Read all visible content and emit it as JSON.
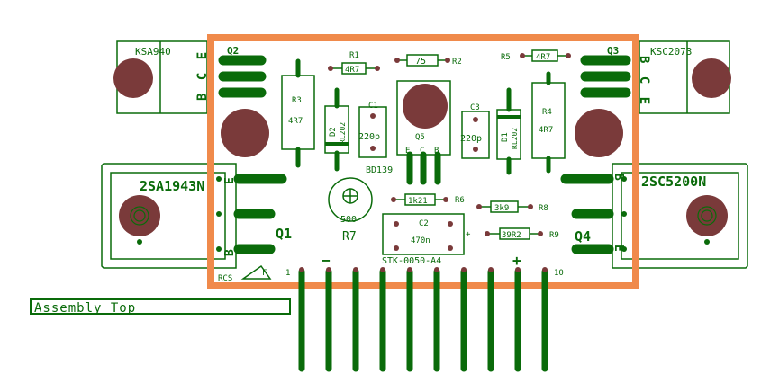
{
  "caption": "Assembly Top",
  "module_name": "STK-0050-A4",
  "colors": {
    "outline": "#f08a4b",
    "copper": "#0a6b0a",
    "hole": "#7a3a3a"
  },
  "transistors": {
    "q1": {
      "label": "Q1",
      "part": "2SA1943N",
      "pins": [
        "E",
        "B"
      ]
    },
    "q2": {
      "label": "Q2",
      "part": "KSA940",
      "pins": "B C E"
    },
    "q3": {
      "label": "Q3",
      "part": "KSC2073",
      "pins": "B C E"
    },
    "q4": {
      "label": "Q4",
      "part": "2SC5200N",
      "pins": [
        "B",
        "E"
      ]
    },
    "q5": {
      "label": "Q5",
      "part": "BD139",
      "pins": [
        "E",
        "C",
        "B"
      ]
    }
  },
  "resistors": {
    "r1": {
      "ref": "R1",
      "value": "4R7"
    },
    "r2": {
      "ref": "R2",
      "value": "75"
    },
    "r3": {
      "ref": "R3",
      "value": "4R7"
    },
    "r4": {
      "ref": "R4",
      "value": "4R7"
    },
    "r5": {
      "ref": "R5",
      "value": "4R7"
    },
    "r6": {
      "ref": "R6",
      "value": "1k21"
    },
    "r7": {
      "ref": "R7",
      "value": "500"
    },
    "r8": {
      "ref": "R8",
      "value": "3k9"
    },
    "r9": {
      "ref": "R9",
      "value": "39R2"
    }
  },
  "capacitors": {
    "c1": {
      "ref": "C1",
      "value": "220p"
    },
    "c2": {
      "ref": "C2",
      "value": "470n"
    },
    "c3": {
      "ref": "C3",
      "value": "220p"
    }
  },
  "diodes": {
    "d1": {
      "ref": "D1",
      "part": "RL202"
    },
    "d2": {
      "ref": "D2",
      "part": "RL202"
    }
  },
  "edge": {
    "pin_first": "1",
    "pin_last": "10",
    "minus": "−",
    "plus": "+",
    "rcs": "RCS",
    "fiducial": "F",
    "c2_plus": "+"
  }
}
